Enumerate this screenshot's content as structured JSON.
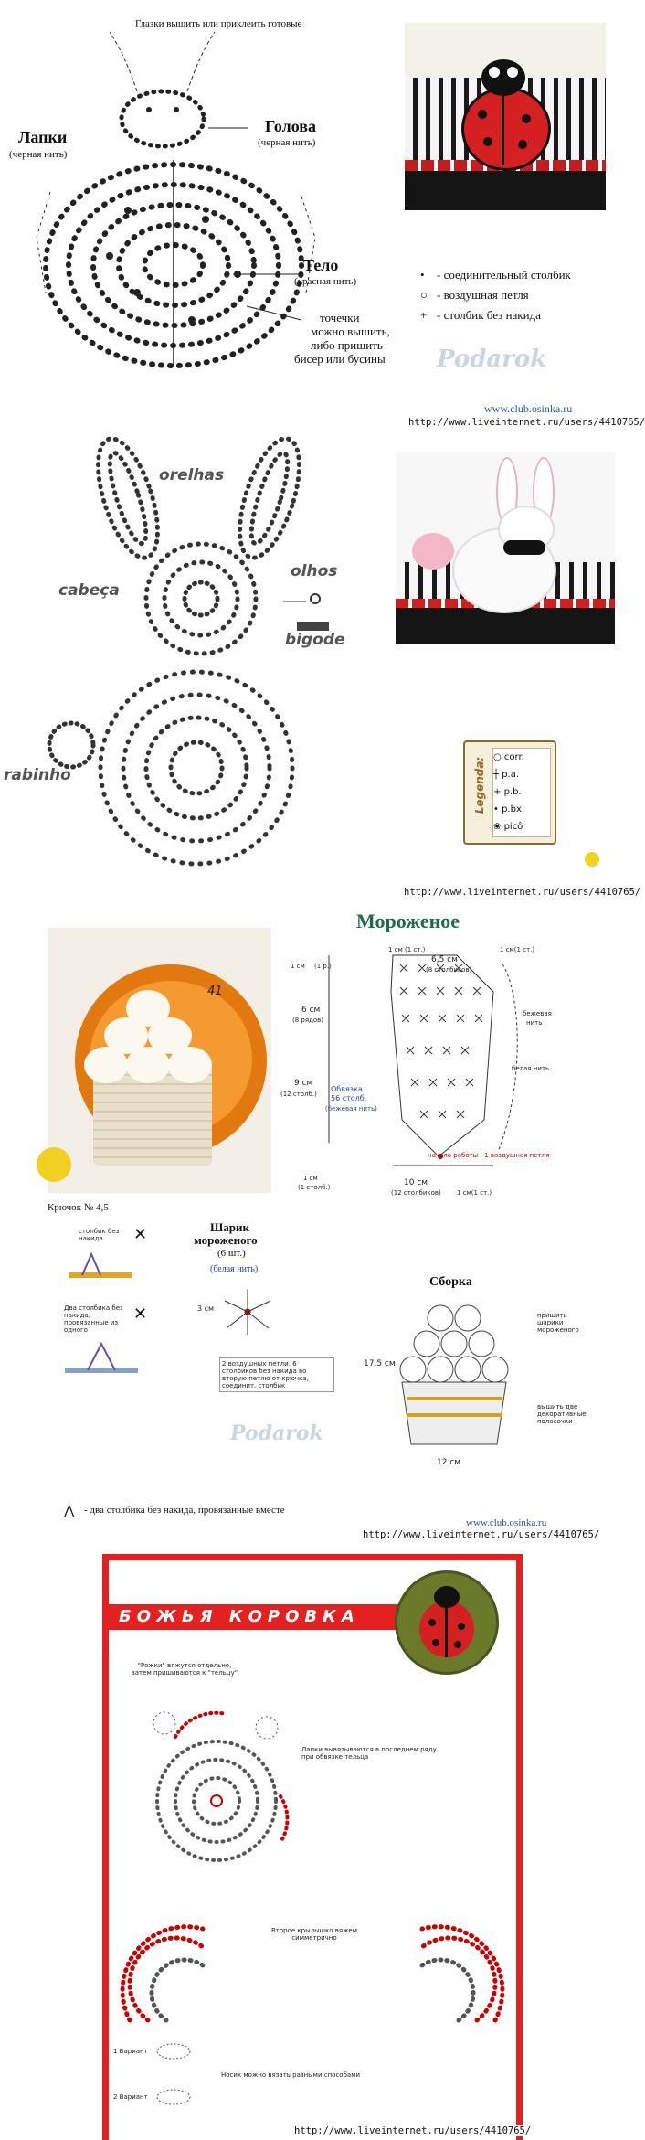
{
  "ladybug_top": {
    "eyes_note": "Глазки вышить или приклеить готовые",
    "head_label": "Голова",
    "head_sub": "(черная нить)",
    "legs_label": "Лапки",
    "legs_sub": "(черная нить)",
    "body_label": "Тело",
    "body_sub": "(красная нить)",
    "dots_note_1": "точечки",
    "dots_note_2": "можно вышить,",
    "dots_note_3": "либо пришить",
    "dots_note_4": "бисер или бусины",
    "legend": [
      {
        "sym": "•",
        "text": "- соединительный столбик"
      },
      {
        "sym": "○",
        "text": "- воздушная петля"
      },
      {
        "sym": "+",
        "text": "- столбик без накида"
      }
    ],
    "watermark": "Podarok",
    "site": "www.club.osinka.ru",
    "url": "http://www.liveinternet.ru/users/4410765/"
  },
  "bunny": {
    "orelhas": "orelhas",
    "cabeca": "cabeça",
    "olhos": "olhos",
    "bigode": "bigode",
    "rabinho": "rabinho",
    "legend_title": "Legenda:",
    "legend": [
      "corr.",
      "p.a.",
      "p.b.",
      "p.bx.",
      "picô"
    ],
    "url": "http://www.liveinternet.ru/users/4410765/"
  },
  "icecream": {
    "title": "Мороженое",
    "dim_top_1": "1 см (1 ст.)",
    "dim_top_2": "6,5 см",
    "dim_top_2b": "(8 столбиков)",
    "dim_top_3": "1 см(1 ст.)",
    "dim_left_1": "1 см",
    "dim_left_1b": "(1 р.)",
    "dim_left_2": "6 см",
    "dim_left_2b": "(8 рядов)",
    "dim_left_3": "9 см",
    "dim_left_3b": "(12 столб.)",
    "obvyazka": "Обвязка",
    "obvyazka_2": "56 столб.",
    "obvyazka_3": "(бежевая нить)",
    "bezh": "бежевая",
    "bezh_2": "нить",
    "belaya": "белая нить",
    "start_note": "начало работы - 1 воздушная петля",
    "dim_bot_1": "1 см",
    "dim_bot_1b": "(1 столб.)",
    "dim_bot_2": "10 см",
    "dim_bot_2b": "(12 столбиков)",
    "dim_bot_3": "1 см(1 ст.)",
    "hook": "Крючок № 4,5",
    "stitch1": "столбик без накида",
    "stitch2": "Два столбика без накида, провязанные из одного",
    "ball_title": "Шарик",
    "ball_title_2": "мороженого",
    "ball_count": "(6 шт.)",
    "ball_thread": "(белая нить)",
    "ball_size": "3 см",
    "ball_note": "2 воздушных петли. 6 столбиков без накида во вторую петлю от крючка, соединит. столбик",
    "assembly": "Сборка",
    "sew_balls": "пришить шарики мороженого",
    "embroider": "вышить две декоративные полосочки",
    "asm_h": "17.5 см",
    "asm_w": "12 см",
    "bottom_legend": "- два столбика без накида, провязанные вместе",
    "photo_num": "41",
    "watermark": "Podarok",
    "site": "www.club.osinka.ru",
    "url": "http://www.liveinternet.ru/users/4410765/"
  },
  "ladybug2": {
    "title": "БОЖЬЯ КОРОВКА",
    "horns_note": "\"Рожки\" вяжутся отдельно, затем пришиваются к \"тельцу\"",
    "legs_note": "Лапки вывязываются в последнем ряду при обвязке тельца",
    "wing_note": "Второе крылышко вяжем симметрично",
    "v1": "1 Вариант",
    "v2": "2 Вариант",
    "nose_note": "Носик можно вязать разными способами",
    "url": "http://www.liveinternet.ru/users/4410765/"
  }
}
